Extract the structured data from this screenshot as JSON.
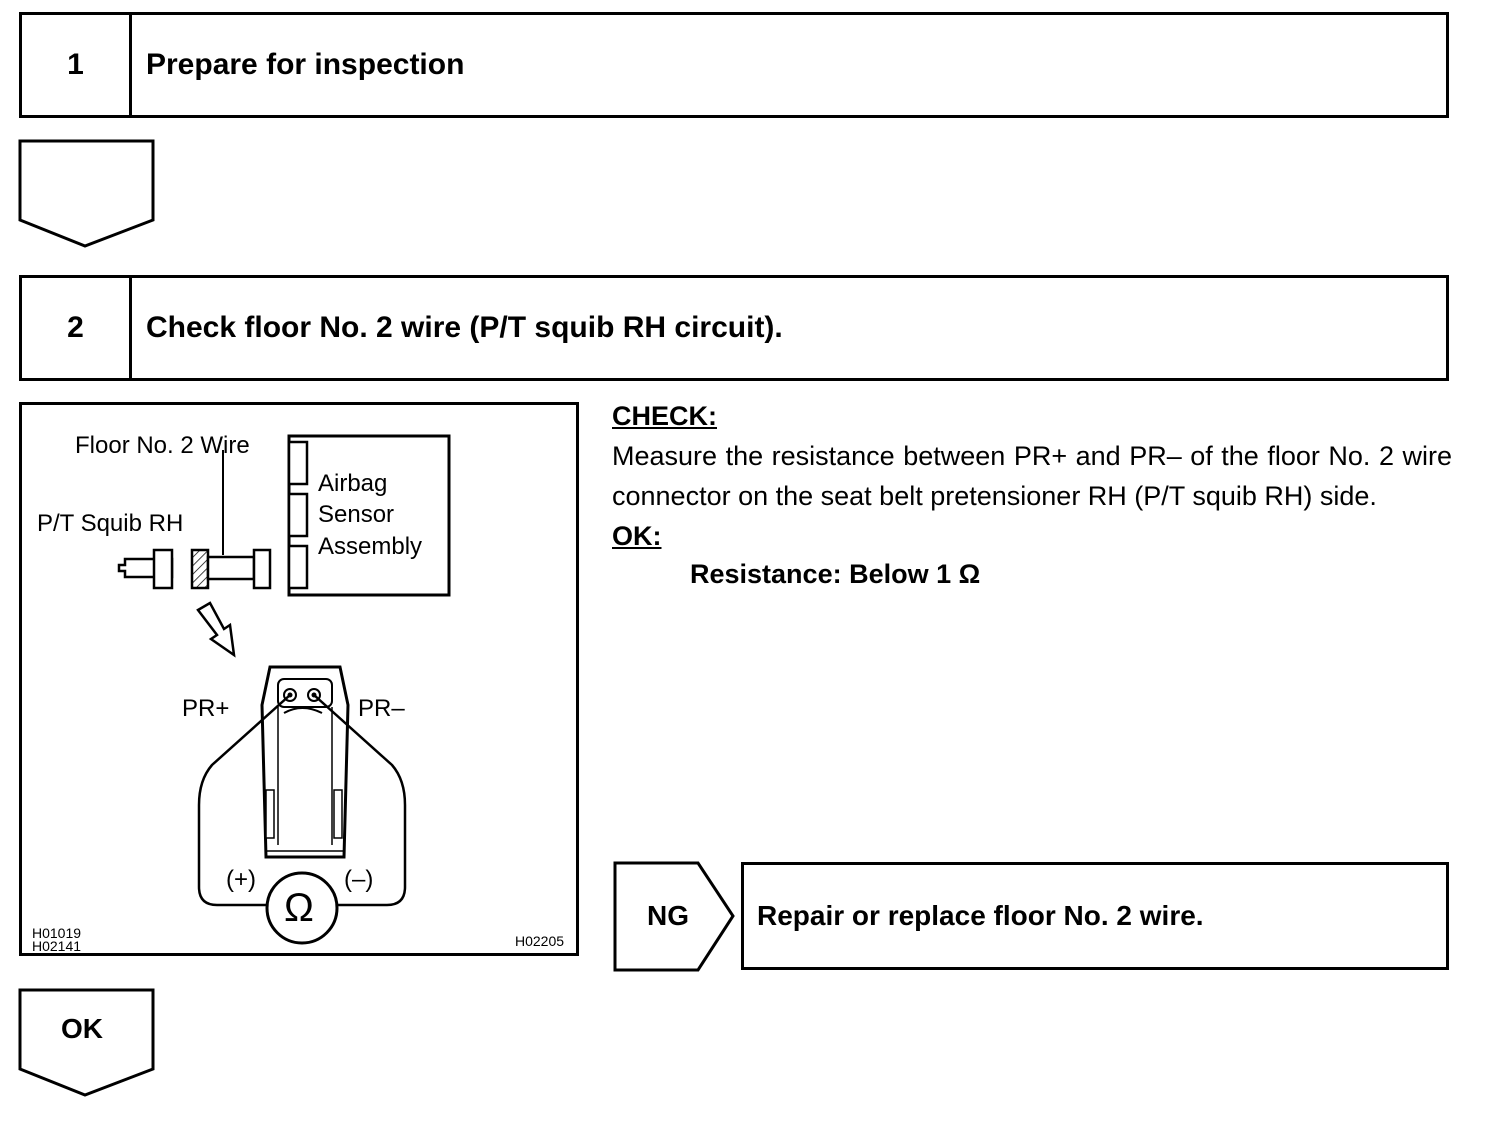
{
  "steps": [
    {
      "number": "1",
      "title": "Prepare for inspection"
    },
    {
      "number": "2",
      "title": "Check floor No. 2 wire (P/T squib RH circuit)."
    }
  ],
  "figure": {
    "labels": {
      "wire": "Floor No. 2 Wire",
      "squib": "P/T Squib RH",
      "sensor_line1": "Airbag",
      "sensor_line2": "Sensor",
      "sensor_line3": "Assembly",
      "pr_plus": "PR+",
      "pr_minus": "PR–",
      "meter_plus": "(+)",
      "meter_minus": "(–)",
      "ohm_symbol": "Ω"
    },
    "codes": {
      "left_top": "H01019",
      "left_bottom": "H02141",
      "right": "H02205"
    }
  },
  "check": {
    "heading": "CHECK:",
    "text": "Measure the resistance between PR+ and PR– of the floor No. 2 wire connector on the seat belt pretensioner RH (P/T squib RH) side.",
    "ok_heading": "OK:",
    "requirement": "Resistance: Below 1 Ω"
  },
  "results": {
    "ng_label": "NG",
    "ng_action": "Repair or replace floor No. 2 wire.",
    "ok_label": "OK"
  }
}
